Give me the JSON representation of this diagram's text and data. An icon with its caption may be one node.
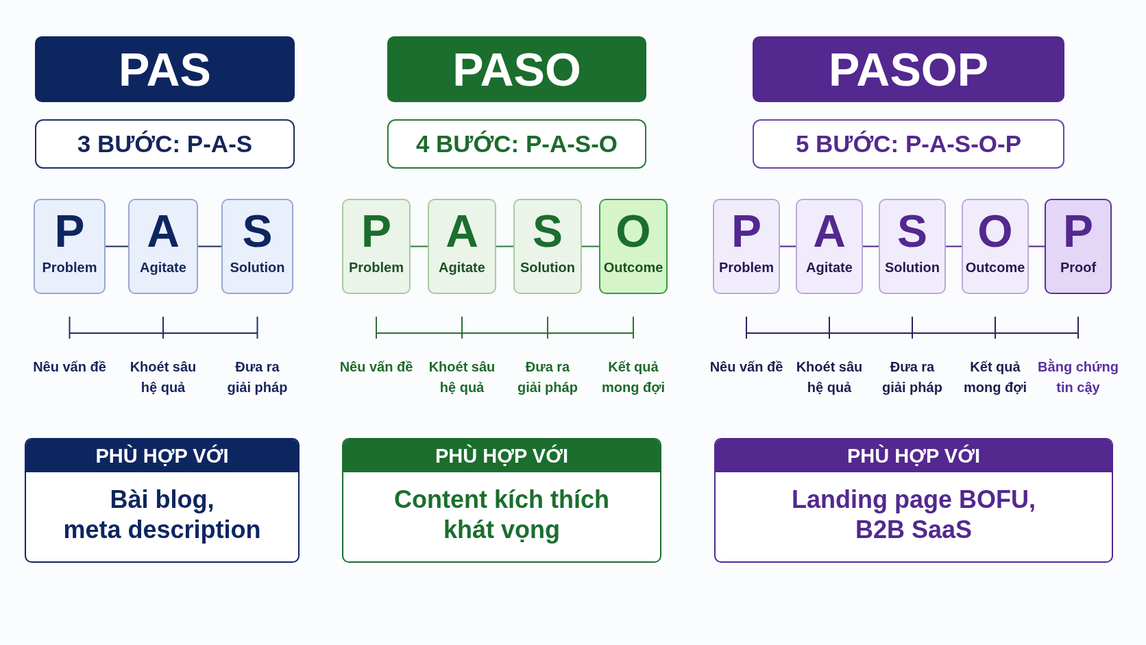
{
  "diagram": {
    "nodes": [
      {
        "text": [
          "PAS"
        ]
      },
      {
        "text": [
          "3 BƯỚC: P-A-S"
        ]
      },
      {
        "text": [
          "P",
          "Problem"
        ]
      },
      {
        "text": [
          "A",
          "Agitate"
        ]
      },
      {
        "text": [
          "S",
          "Solution"
        ]
      },
      {
        "text": [
          "PHÙ HỢP VỚI",
          "Bài blog, meta description"
        ]
      },
      {
        "text": [
          "PASO"
        ]
      },
      {
        "text": [
          "4 BƯỚC: P-A-S-O"
        ]
      },
      {
        "text": [
          "P",
          "Problem"
        ]
      },
      {
        "text": [
          "A",
          "Agitate"
        ]
      },
      {
        "text": [
          "S",
          "Solution"
        ]
      },
      {
        "text": [
          "O",
          "Outcome"
        ]
      },
      {
        "text": [
          "PHÙ HỢP VỚI",
          "Content kích thích khát vọng"
        ]
      },
      {
        "text": [
          "PASOP"
        ]
      },
      {
        "text": [
          "5 BƯỚC: P-A-S-O-P"
        ]
      },
      {
        "text": [
          "P",
          "Problem"
        ]
      },
      {
        "text": [
          "A",
          "Agitate"
        ]
      },
      {
        "text": [
          "S",
          "Solution"
        ]
      },
      {
        "text": [
          "O",
          "Outcome"
        ]
      },
      {
        "text": [
          "P",
          "Proof"
        ]
      },
      {
        "text": [
          "PHÙ HỢP VỚI",
          "Landing page BOFU, B2B SaaS"
        ]
      }
    ],
    "edges": [
      {
        "from": 2,
        "to": 3,
        "arrow": "none",
        "color": "#1e2e63"
      },
      {
        "from": 3,
        "to": 4,
        "arrow": "none",
        "color": "#1e2e63"
      },
      {
        "from": 8,
        "to": 9,
        "arrow": "none",
        "color": "#2d7a3a"
      },
      {
        "from": 9,
        "to": 10,
        "arrow": "none",
        "color": "#2d7a3a"
      },
      {
        "from": 10,
        "to": 11,
        "arrow": "none",
        "color": "#2d7a3a"
      },
      {
        "from": 15,
        "to": 16,
        "arrow": "none"
      },
      {
        "from": 16,
        "to": 17,
        "arrow": "none"
      },
      {
        "from": 17,
        "to": 18,
        "arrow": "none"
      },
      {
        "from": 18,
        "to": 19,
        "arrow": "none"
      }
    ],
    "labels": [
      "Nêu vấn đề",
      "Khoét sâu hệ quả",
      "Đưa ra giải pháp",
      "Nêu vấn đề",
      "Khoét sâu hệ quả",
      "Đưa ra giải pháp",
      "Kết quả mong đợi",
      "Nêu vấn đề",
      "Khoét sâu hệ quả",
      "Đưa ra giải pháp",
      "Kết quả mong đợi",
      "Bằng chứng tin cậy"
    ]
  }
}
